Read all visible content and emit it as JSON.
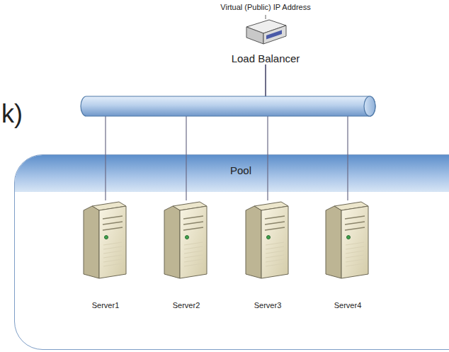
{
  "diagram": {
    "nodes": [
      {
        "text": [
          "Load Balancer"
        ]
      },
      {
        "text": [
          "Pool"
        ]
      },
      {
        "text": [
          "Server1"
        ],
        "in": 1
      },
      {
        "text": [
          "Server2"
        ],
        "in": 1
      },
      {
        "text": [
          "Server3"
        ],
        "in": 1
      },
      {
        "text": [
          "Server4"
        ],
        "in": 1
      }
    ],
    "edges": [
      {
        "from": 0,
        "to": 2,
        "arrow": "none"
      },
      {
        "from": 0,
        "to": 3,
        "arrow": "none"
      },
      {
        "from": 0,
        "to": 4,
        "arrow": "none"
      },
      {
        "from": 0,
        "to": 5,
        "arrow": "none"
      }
    ],
    "labels": [
      "Virtual (Public) IP Address",
      "k)"
    ]
  }
}
